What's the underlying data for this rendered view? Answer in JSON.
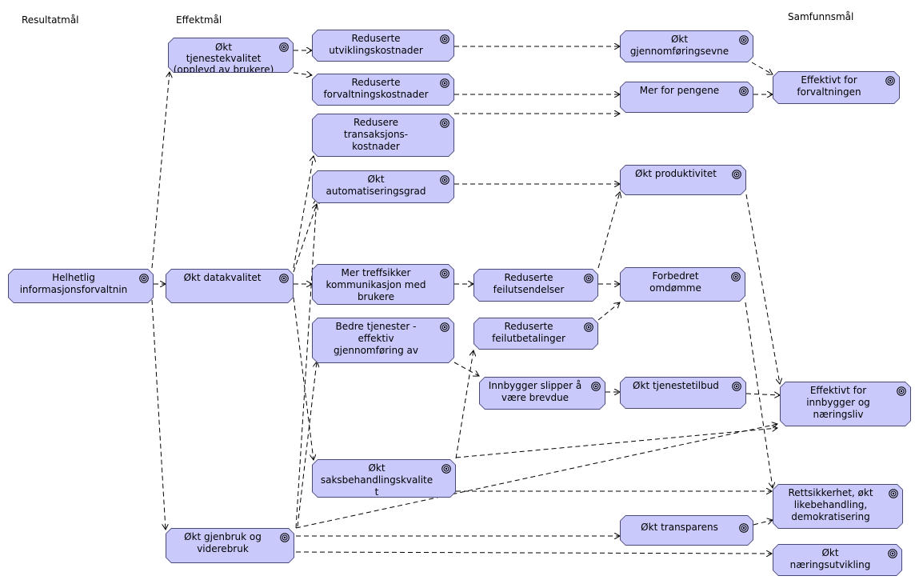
{
  "columns": {
    "resultat": "Resultatmål",
    "effekt": "Effektmål",
    "samfunn": "Samfunnsmål"
  },
  "nodes": {
    "helhetlig": "Helhetlig\ninformasjonsforvaltnin",
    "tjenestekvalitet": "Økt\ntjenestekvalitet\n(opplevd av brukere)",
    "datakvalitet": "Økt datakvalitet",
    "gjenbruk": "Økt gjenbruk og\nviderebruk",
    "utviklingskostnader": "Reduserte\nutviklingskostnader",
    "forvaltningskostnader": "Reduserte\nforvaltningskostnader",
    "transaksjonskostnader": "Redusere\ntransaksjons-\nkostnader",
    "automatiseringsgrad": "Økt\nautomatiseringsgrad",
    "treffsikker": "Mer treffsikker\nkommunikasjon med\nbrukere",
    "bedre_tjenester": "Bedre tjenester -\neffektiv\ngjennomføring av",
    "saksbehandling": "Økt\nsaksbehandlingskvalite\nt",
    "feilutsendelser": "Reduserte\nfeilutsendelser",
    "feilutbetalinger": "Reduserte\nfeilutbetalinger",
    "brevdue": "Innbygger slipper å\nvære brevdue",
    "gjennomforingsevne": "Økt\ngjennomføringsevne",
    "mer_for_pengene": "Mer for pengene",
    "produktivitet": "Økt produktivitet",
    "omdomme": "Forbedret\nomdømme",
    "tjenestetilbud": "Økt tjenestetilbud",
    "transparens": "Økt transparens",
    "effektivt_forvaltningen": "Effektivt for\nforvaltningen",
    "effektivt_innbygger": "Effektivt for\ninnbygger og\nnæringsliv",
    "rettssikkerhet": "Rettsikkerhet, økt\nlikebehandling,\ndemokratisering",
    "naeringsutvikling": "Økt\nnæringsutvikling"
  },
  "colors": {
    "node_fill": "#c9c9fb",
    "node_border": "#4a4a7a",
    "edge": "#000000"
  },
  "icons": {
    "goal": "goal-target-icon"
  }
}
